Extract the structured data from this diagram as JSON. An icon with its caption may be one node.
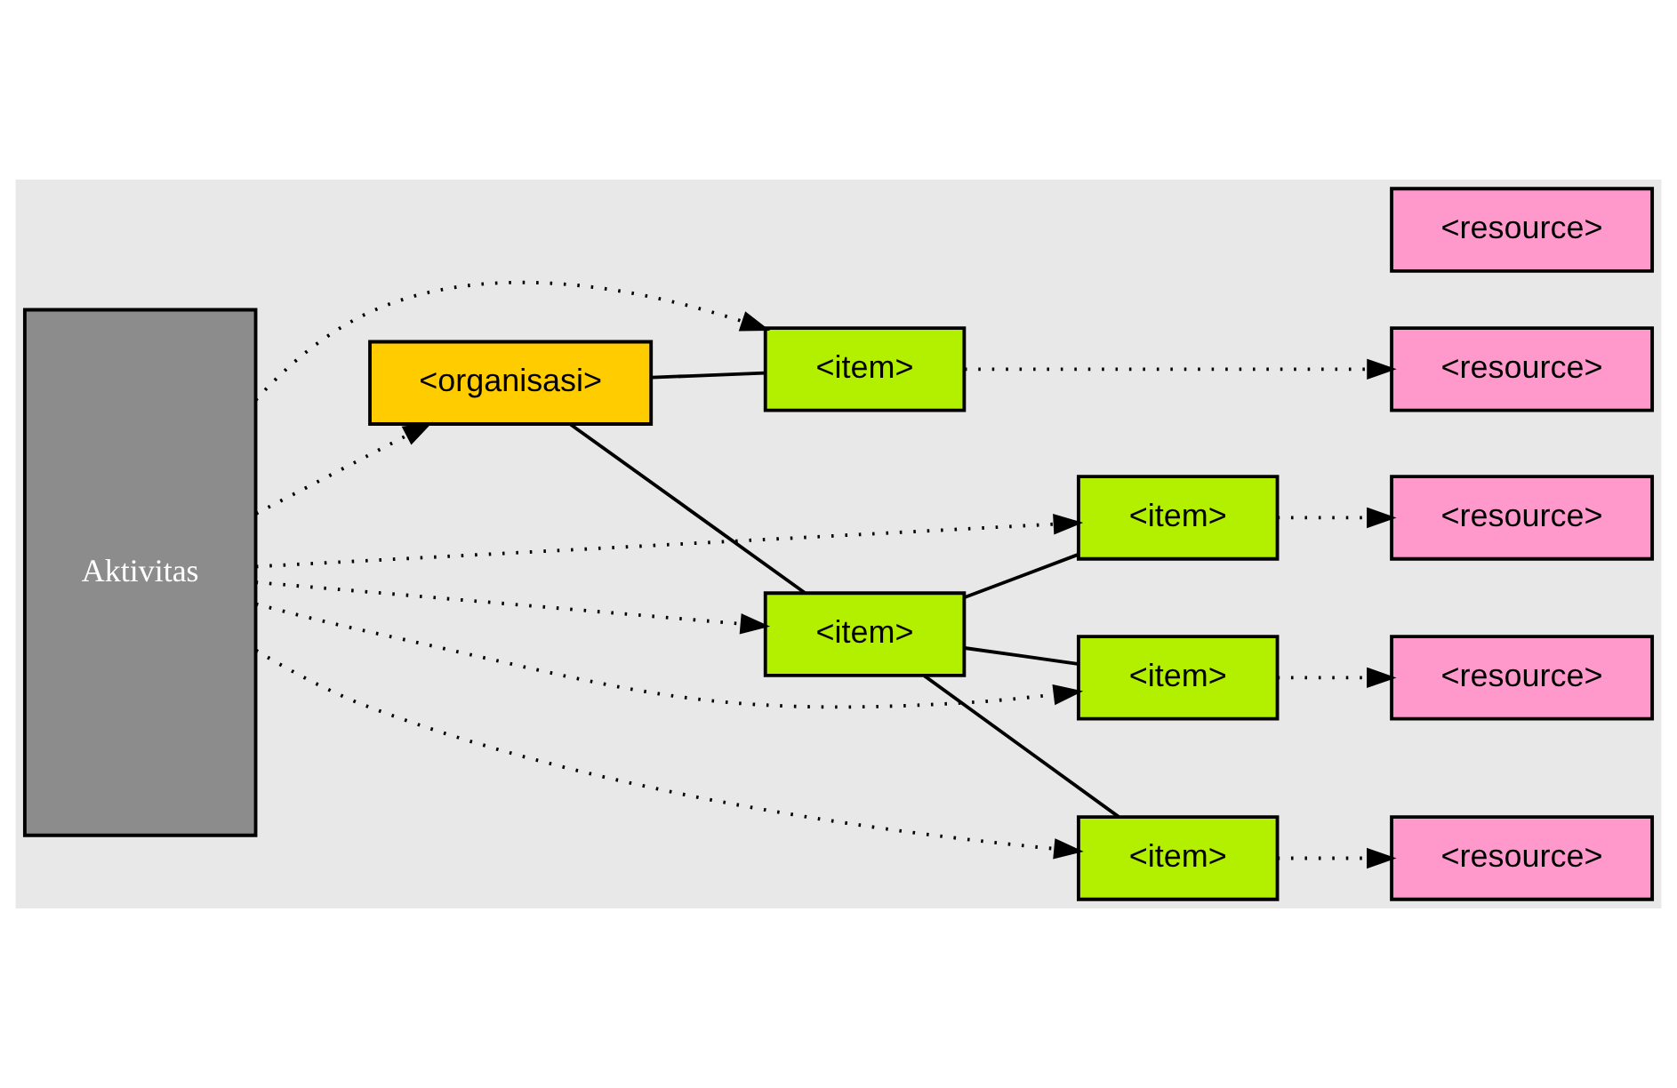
{
  "diagram": {
    "nodes": [
      {
        "text": [
          "Aktivitas"
        ]
      },
      {
        "text": [
          "<organisasi>"
        ]
      },
      {
        "text": [
          "<item>"
        ]
      },
      {
        "text": [
          "<item>"
        ]
      },
      {
        "text": [
          "<item>"
        ]
      },
      {
        "text": [
          "<item>"
        ]
      },
      {
        "text": [
          "<item>"
        ]
      },
      {
        "text": [
          "<resource>"
        ]
      },
      {
        "text": [
          "<resource>"
        ]
      },
      {
        "text": [
          "<resource>"
        ]
      },
      {
        "text": [
          "<resource>"
        ]
      },
      {
        "text": [
          "<resource>"
        ]
      }
    ],
    "edges": [
      {
        "from": 0,
        "to": 1,
        "arrow": "to",
        "style": "dashed"
      },
      {
        "from": 0,
        "to": 2,
        "arrow": "to",
        "style": "dashed"
      },
      {
        "from": 0,
        "to": 3,
        "arrow": "to",
        "style": "dashed"
      },
      {
        "from": 0,
        "to": 4,
        "arrow": "to",
        "style": "dashed"
      },
      {
        "from": 0,
        "to": 5,
        "arrow": "to",
        "style": "dashed"
      },
      {
        "from": 0,
        "to": 6,
        "arrow": "to",
        "style": "dashed"
      },
      {
        "from": 1,
        "to": 2,
        "arrow": "none"
      },
      {
        "from": 1,
        "to": 3,
        "arrow": "none"
      },
      {
        "from": 3,
        "to": 4,
        "arrow": "none"
      },
      {
        "from": 3,
        "to": 5,
        "arrow": "none"
      },
      {
        "from": 3,
        "to": 6,
        "arrow": "none"
      },
      {
        "from": 2,
        "to": 8,
        "arrow": "to",
        "style": "dashed"
      },
      {
        "from": 4,
        "to": 9,
        "arrow": "to",
        "style": "dashed"
      },
      {
        "from": 5,
        "to": 10,
        "arrow": "to",
        "style": "dashed"
      },
      {
        "from": 6,
        "to": 11,
        "arrow": "to",
        "style": "dashed"
      }
    ]
  }
}
